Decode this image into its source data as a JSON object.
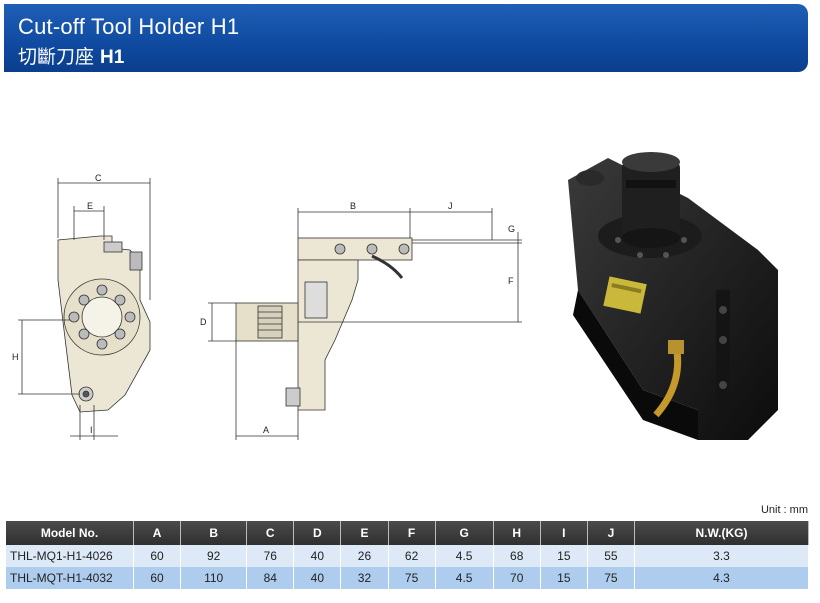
{
  "header": {
    "title_en": "Cut-off Tool Holder H1",
    "title_zh": "切斷刀座",
    "title_code": "H1"
  },
  "drawing": {
    "front_labels": [
      "C",
      "E",
      "H",
      "I"
    ],
    "side_labels": [
      "B",
      "J",
      "G",
      "F",
      "D",
      "A"
    ]
  },
  "unit_label": "Unit : mm",
  "table": {
    "headers": [
      "Model No.",
      "A",
      "B",
      "C",
      "D",
      "E",
      "F",
      "G",
      "H",
      "I",
      "J",
      "N.W.(KG)"
    ],
    "rows": [
      [
        "THL-MQ1-H1-4026",
        "60",
        "92",
        "76",
        "40",
        "26",
        "62",
        "4.5",
        "68",
        "15",
        "55",
        "3.3"
      ],
      [
        "THL-MQT-H1-4032",
        "60",
        "110",
        "84",
        "40",
        "32",
        "75",
        "4.5",
        "70",
        "15",
        "75",
        "4.3"
      ]
    ]
  },
  "colors": {
    "banner": "#1554a8",
    "table_header": "#3a3a3a",
    "row_light": "#dde9f7",
    "row_dark": "#aecdee"
  }
}
